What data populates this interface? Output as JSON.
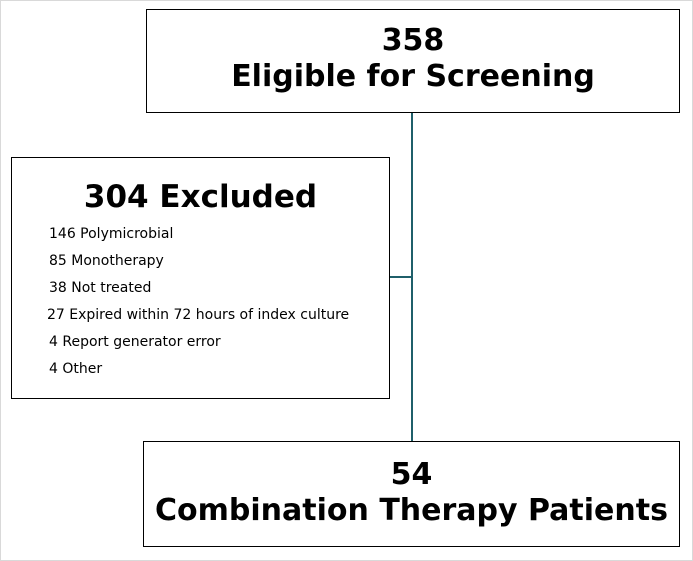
{
  "eligible": {
    "count": "358",
    "label": "Eligible for Screening"
  },
  "excluded": {
    "title": "304 Excluded",
    "items": [
      "146 Polymicrobial",
      "85 Monotherapy",
      "38 Not treated",
      "27 Expired within 72 hours of index culture",
      "4 Report generator error",
      "4 Other"
    ]
  },
  "final": {
    "count": "54",
    "label": "Combination Therapy Patients"
  },
  "colors": {
    "connector": "#1f5f6a",
    "box_border": "#000000"
  }
}
